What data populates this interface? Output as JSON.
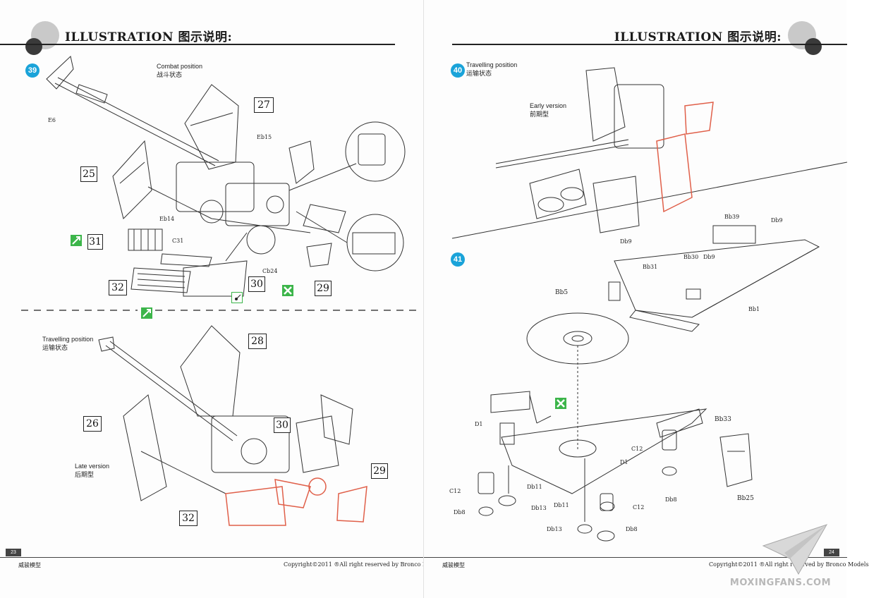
{
  "left_page": {
    "header_title": "ILLUSTRATION 图示说明:",
    "step_39": {
      "number": "39",
      "caption_en": "Combat position",
      "caption_zh": "战斗状态",
      "parts": [
        "27",
        "25",
        "31",
        "32",
        "30",
        "29"
      ],
      "labels": [
        "E6",
        "Eb15",
        "Eb14",
        "C31",
        "Cb24"
      ]
    },
    "lower": {
      "caption_en": "Travelling position",
      "caption_zh": "运输状态",
      "parts": [
        "28",
        "26",
        "30",
        "29",
        "32"
      ],
      "version_en": "Late version",
      "version_zh": "后期型"
    },
    "page_number": "23",
    "footer_left": "威骏模型",
    "footer_right": "Copyright©2011  ®All right reserved by Bronco Models"
  },
  "right_page": {
    "header_title": "ILLUSTRATION 图示说明:",
    "step_40": {
      "number": "40",
      "caption_en": "Travelling position",
      "caption_zh": "运输状态",
      "version_en": "Early version",
      "version_zh": "前期型"
    },
    "step_41": {
      "number": "41",
      "labels": [
        "Bb39",
        "Db9",
        "Db9",
        "Bb31",
        "Bb30",
        "Db9",
        "Bb1",
        "Bb5",
        "D1",
        "D1",
        "C12",
        "C12",
        "C12",
        "Db8",
        "Db8",
        "Db8",
        "Db11",
        "Db11",
        "Db13",
        "Db13",
        "Bb33",
        "Bb25"
      ]
    },
    "page_number": "24",
    "footer_left": "威骏模型",
    "footer_right": "Copyright©2011  ®All right reserved by Bronco Models"
  },
  "watermark": "MOXINGFANS.COM",
  "colors": {
    "step_badge": "#1aa3d9",
    "icon_green": "#3cb54a",
    "highlight_parts": "#e0604a"
  }
}
